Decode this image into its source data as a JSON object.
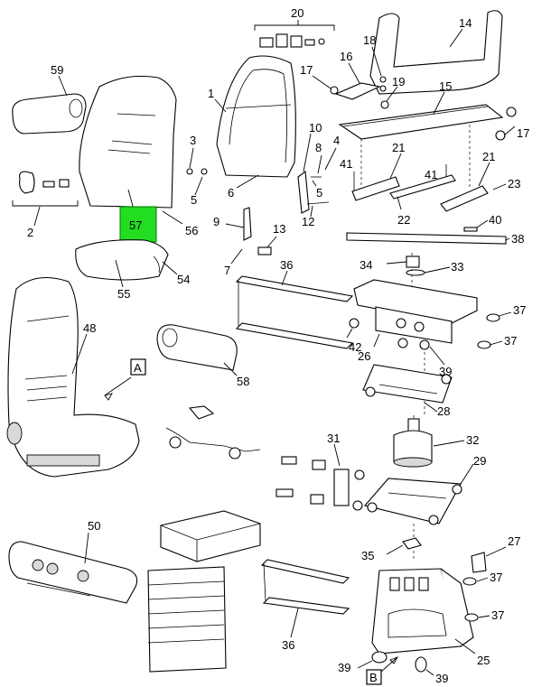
{
  "highlight": {
    "label": "57",
    "color": "#22dd22"
  },
  "callouts": {
    "c1": "1",
    "c2": "2",
    "c3": "3",
    "c4": "4",
    "c5a": "5",
    "c5b": "5",
    "c6": "6",
    "c7": "7",
    "c8": "8",
    "c9": "9",
    "c10": "10",
    "c12": "12",
    "c13": "13",
    "c14": "14",
    "c15": "15",
    "c16": "16",
    "c17a": "17",
    "c17b": "17",
    "c18": "18",
    "c19": "19",
    "c20": "20",
    "c21a": "21",
    "c21b": "21",
    "c22": "22",
    "c23": "23",
    "c25": "25",
    "c26": "26",
    "c27": "27",
    "c28": "28",
    "c29": "29",
    "c31": "31",
    "c32": "32",
    "c33": "33",
    "c34": "34",
    "c35": "35",
    "c36a": "36",
    "c36b": "36",
    "c37a": "37",
    "c37b": "37",
    "c37c": "37",
    "c37d": "37",
    "c38": "38",
    "c39a": "39",
    "c39b": "39",
    "c39c": "39",
    "c40": "40",
    "c41a": "41",
    "c41b": "41",
    "c42": "42",
    "c48": "48",
    "c50": "50",
    "c54": "54",
    "c55": "55",
    "c56": "56",
    "c58": "58",
    "c59": "59"
  },
  "views": {
    "a": "A",
    "b": "B"
  }
}
